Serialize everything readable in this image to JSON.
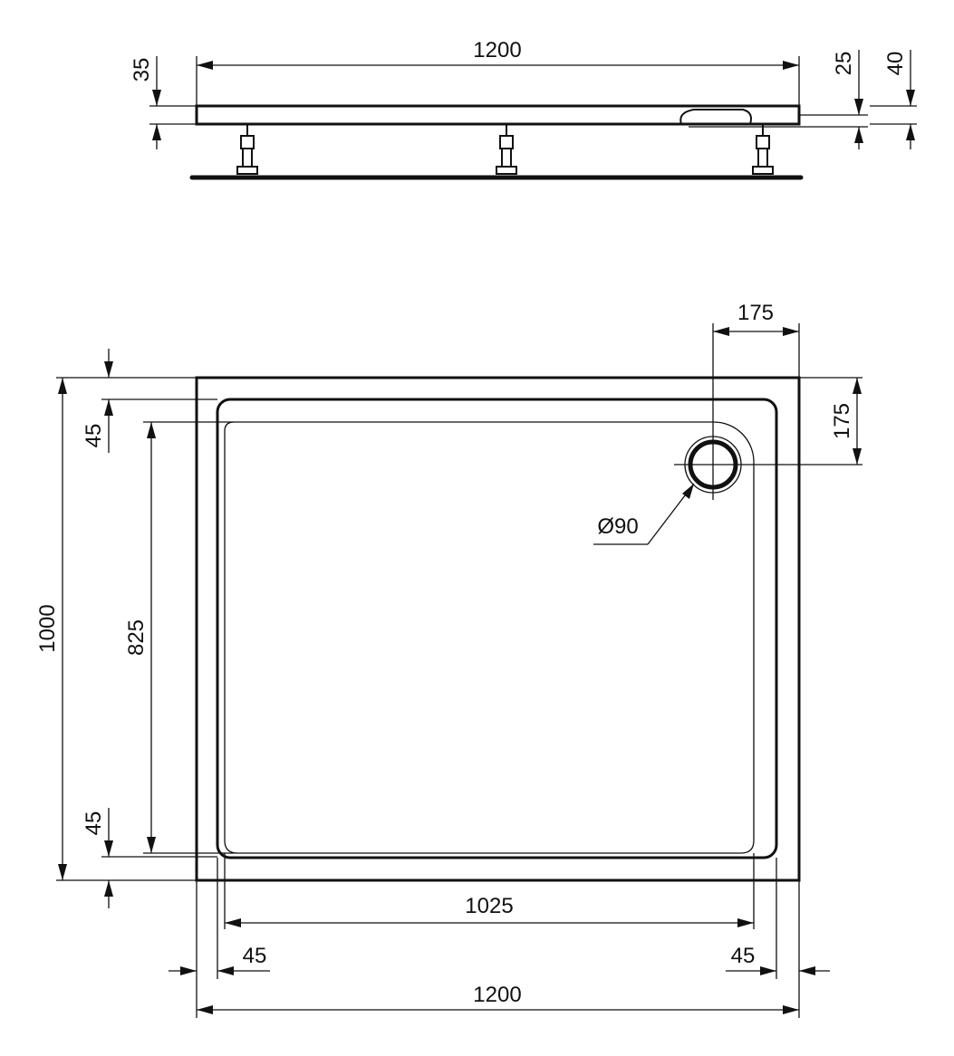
{
  "colors": {
    "line": "#111111",
    "background": "#ffffff"
  },
  "side_view": {
    "length": "1200",
    "thickness": "35",
    "drain_depth": "25",
    "total_height": "40"
  },
  "top_view": {
    "overall_width": "1200",
    "overall_depth": "1000",
    "inner_width": "1025",
    "inner_depth": "825",
    "rim_left": "45",
    "rim_right": "45",
    "rim_top": "45",
    "rim_bottom": "45",
    "drain_offset_x": "175",
    "drain_offset_y": "175",
    "drain_diameter": "Ø90"
  }
}
